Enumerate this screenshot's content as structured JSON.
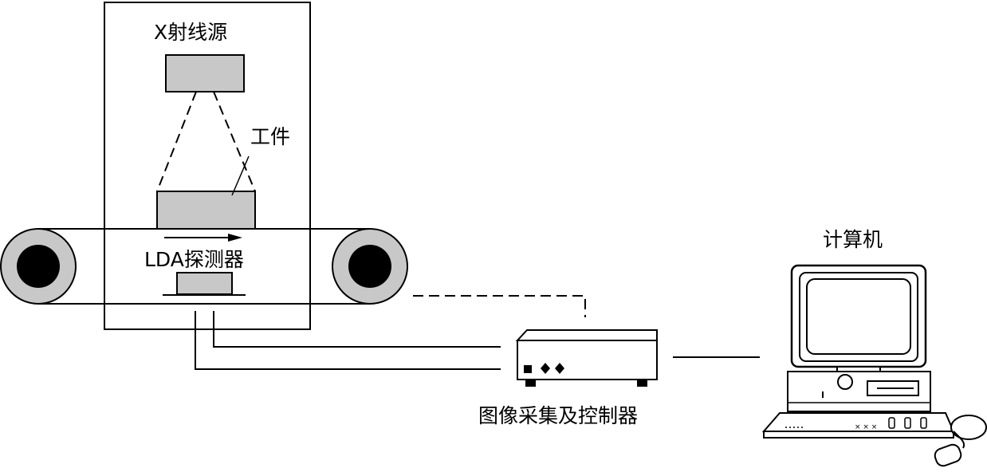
{
  "labels": {
    "xray_source": "X射线源",
    "workpiece": "工件",
    "lda_detector": "LDA探测器",
    "computer": "计算机",
    "controller": "图像采集及控制器"
  },
  "colors": {
    "stroke": "#000000",
    "component_fill": "#c8c8c8",
    "background": "#ffffff"
  }
}
